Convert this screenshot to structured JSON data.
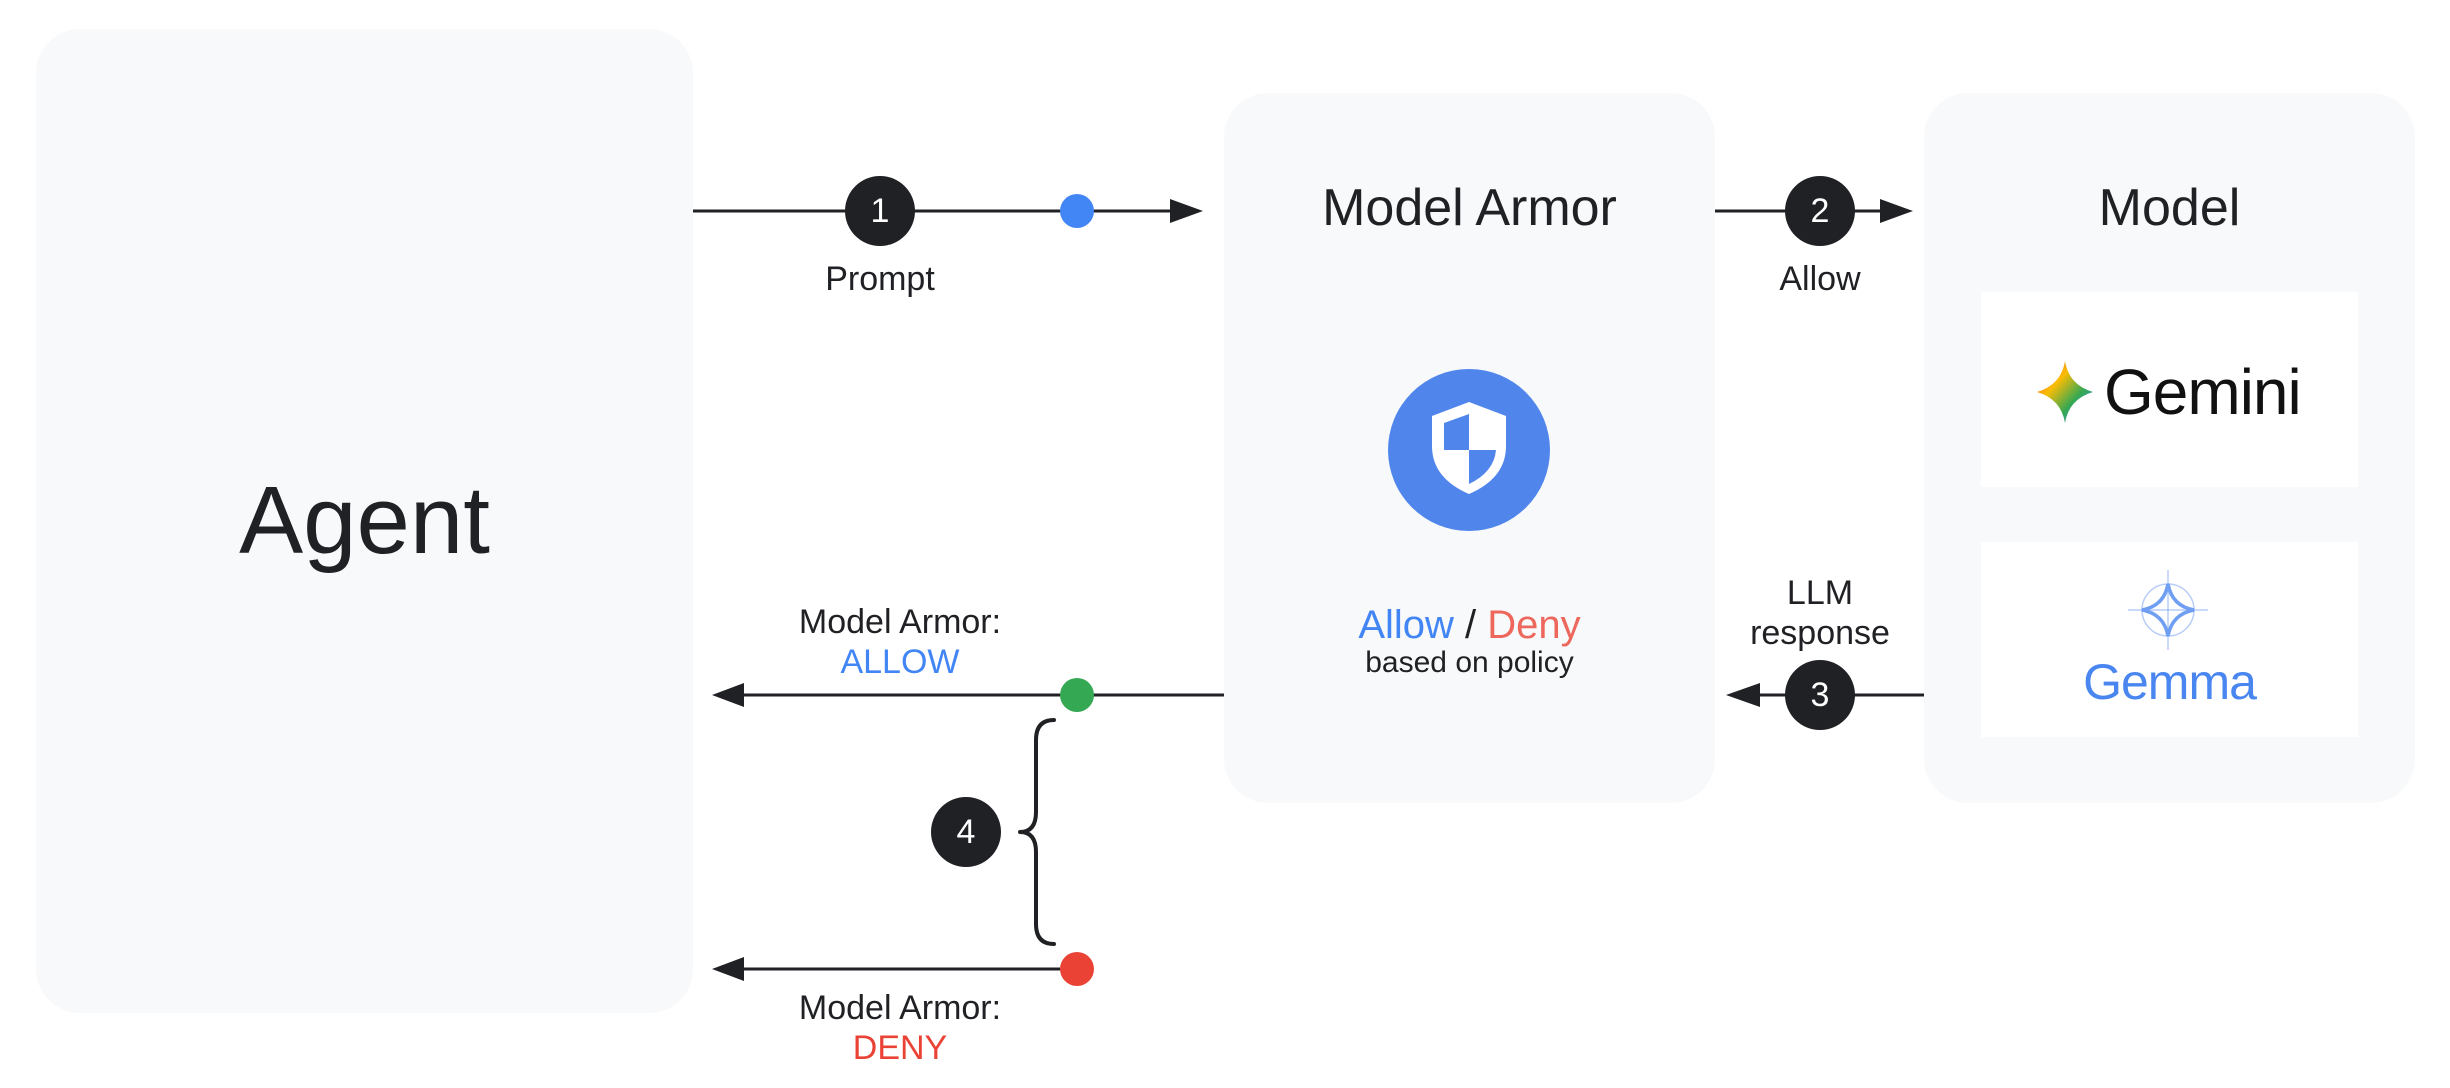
{
  "agent": {
    "title": "Agent"
  },
  "model_armor": {
    "title": "Model Armor",
    "decision_allow": "Allow",
    "decision_separator": "/",
    "decision_deny": "Deny",
    "policy_text": "based on policy",
    "shield_icon": "shield-icon"
  },
  "model": {
    "title": "Model",
    "gemini": {
      "wordmark": "Gemini",
      "icon": "gemini-sparkle-icon"
    },
    "gemma": {
      "wordmark": "Gemma",
      "icon": "gemma-sparkle-icon"
    }
  },
  "flows": {
    "prompt": {
      "step": "1",
      "label": "Prompt"
    },
    "allow": {
      "step": "2",
      "label": "Allow"
    },
    "llm_response": {
      "step": "3",
      "label_line1": "LLM",
      "label_line2": "response"
    },
    "result": {
      "step": "4"
    },
    "result_allow": {
      "label_line1": "Model Armor:",
      "label_line2": "ALLOW"
    },
    "result_deny": {
      "label_line1": "Model Armor:",
      "label_line2": "DENY"
    }
  },
  "colors": {
    "panel": "#f8f9fa",
    "step_circle": "#202124",
    "prompt_dot": "#4285f4",
    "allow_dot": "#34a853",
    "deny_dot": "#ea4335",
    "shield_circle": "#5086ec",
    "allow_text": "#4285f4",
    "deny_text": "#ea4335"
  }
}
